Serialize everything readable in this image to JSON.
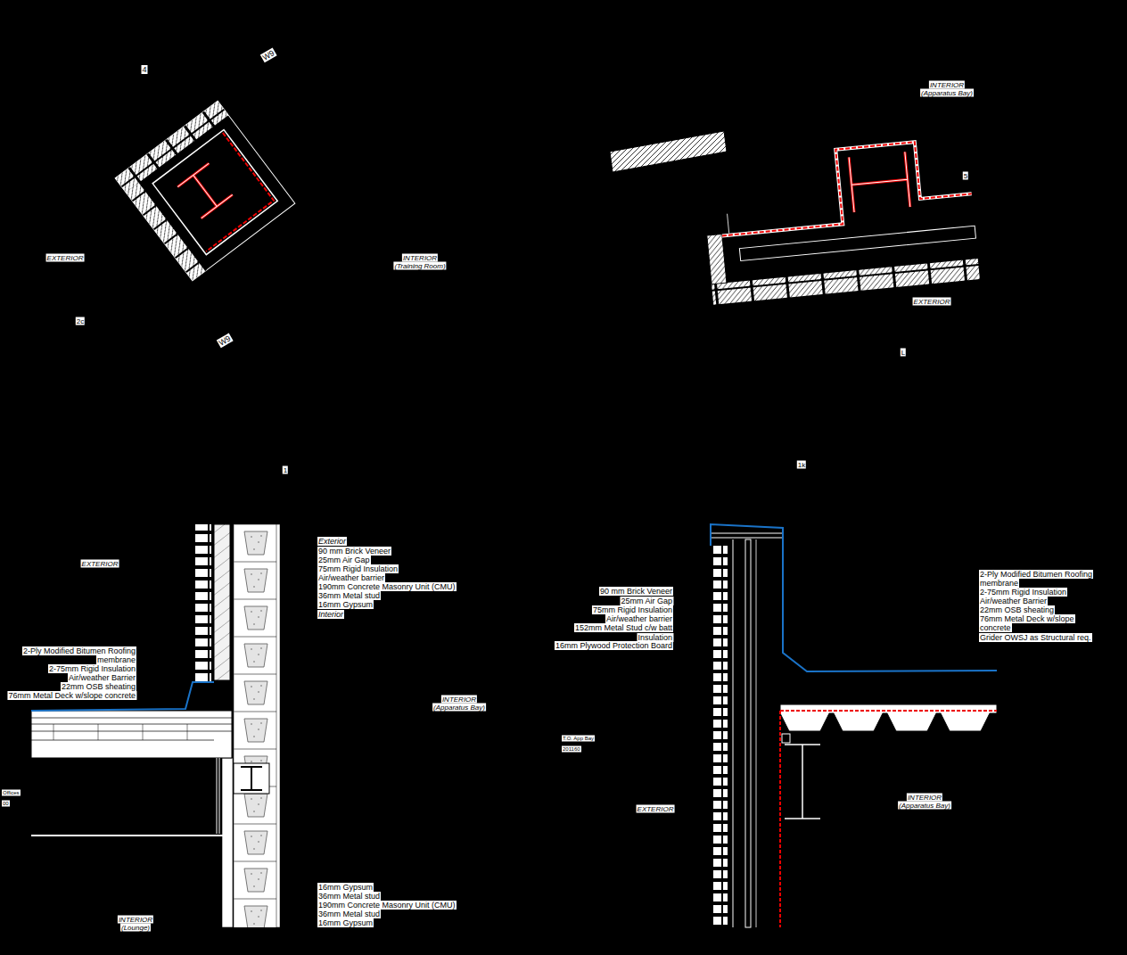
{
  "diagram": {
    "labels": [
      "4",
      "W9",
      "EXTERIOR",
      "INTERIOR",
      "(Training Room)",
      "2c",
      "W9",
      "INTERIOR",
      "(Apparatus Bay)",
      "5",
      "EXTERIOR",
      "L",
      "1",
      "EXTERIOR",
      "Exterior",
      "90 mm Brick Veneer",
      "25mm Air Gap",
      "75mm Rigid Insulation",
      "Air/weather barrier",
      "190mm Concrete Masonry Unit (CMU)",
      "36mm Metal stud",
      "16mm Gypsum",
      "Interior",
      "2-Ply Modified Bitumen Roofing",
      "membrane",
      "2-75mm Rigid Insulation",
      "Air/weather Barrier",
      "22mm OSB sheating",
      "76mm Metal Deck w/slope concrete",
      "INTERIOR",
      "(Apparatus Bay)",
      "Offices",
      "00",
      "INTERIOR",
      "(Lounge)",
      "16mm Gypsum",
      "36mm Metal stud",
      "190mm Concrete Masonry Unit (CMU)",
      "36mm Metal stud",
      "16mm Gypsum",
      "1k",
      "90 mm Brick Veneer",
      "25mm Air Gap",
      "75mm Rigid Insulation",
      "Air/weather barrier",
      "152mm Metal Stud c/w batt",
      "Insulation",
      "16mm Plywood Protection Board",
      "2-Ply Modified Bitumen Roofing",
      "membrane",
      "2-75mm Rigid Insulation",
      "Air/weather Barrier",
      "22mm OSB sheating",
      "76mm Metal Deck w/slope",
      "concrete",
      "Grider OWSJ as Structural req.",
      "T.O. App Bay",
      "201160",
      "EXTERIOR",
      "INTERIOR",
      "(Apparatus Bay)"
    ]
  }
}
